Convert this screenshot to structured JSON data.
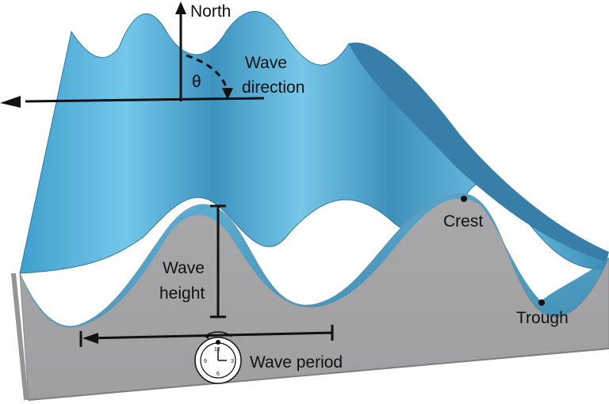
{
  "diagram": {
    "labels": {
      "north": "North",
      "wave_direction_line1": "Wave",
      "wave_direction_line2": "direction",
      "theta": "θ",
      "wave_height_line1": "Wave",
      "wave_height_line2": "height",
      "crest": "Crest",
      "trough": "Trough",
      "wave_period": "Wave period"
    },
    "clock_numbers": [
      "12",
      "3",
      "6",
      "9"
    ],
    "colors": {
      "water_light": "#66bde0",
      "water_mid": "#4ea8d2",
      "water_dark": "#2f7fa7",
      "ground": "#a9a9ab",
      "ground_side": "#9c9c9f",
      "outline": "#111111"
    }
  }
}
